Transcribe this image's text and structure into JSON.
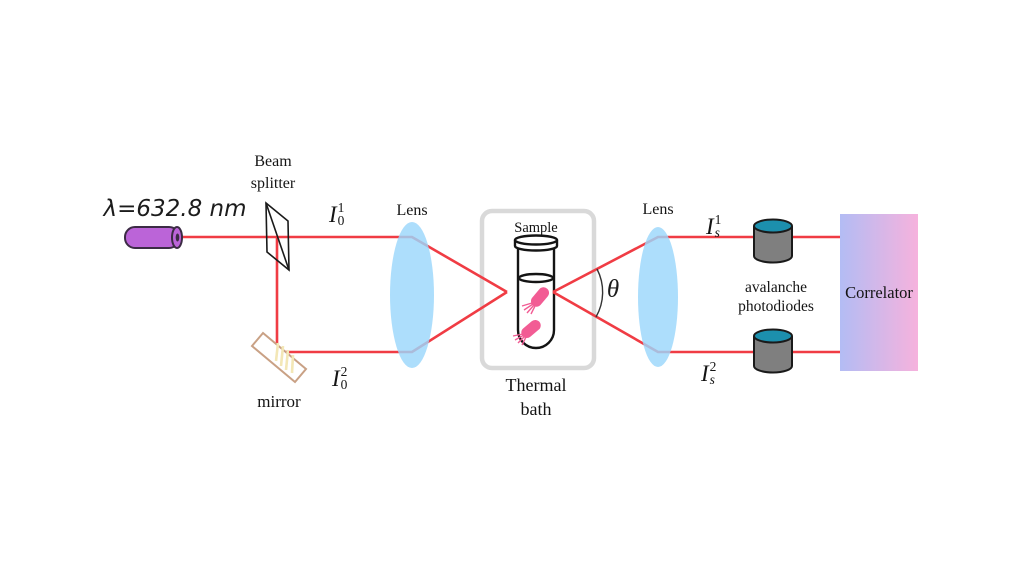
{
  "laser": {
    "wavelength_label": "λ=632.8 nm"
  },
  "beam_splitter": {
    "label_line1": "Beam",
    "label_line2": "splitter"
  },
  "mirror": {
    "label": "mirror"
  },
  "lens_left": {
    "label": "Lens"
  },
  "lens_right": {
    "label": "Lens"
  },
  "sample": {
    "label": "Sample"
  },
  "thermal_bath": {
    "label_line1": "Thermal",
    "label_line2": "bath"
  },
  "angle": {
    "symbol": "θ"
  },
  "beam_labels": {
    "incident_1": {
      "base": "I",
      "sup": "1",
      "sub": "0"
    },
    "incident_2": {
      "base": "I",
      "sup": "2",
      "sub": "0"
    },
    "scattered_1": {
      "base": "I",
      "sup": "1",
      "sub": "s"
    },
    "scattered_2": {
      "base": "I",
      "sup": "2",
      "sub": "s"
    }
  },
  "photodiodes": {
    "label_line1": "avalanche",
    "label_line2": "photodiodes"
  },
  "correlator": {
    "label": "Correlator"
  },
  "colors": {
    "beam": "#f03c44",
    "lens": "#9bd7fb",
    "laser_body": "#bb64d8",
    "laser_outline": "#3c2b45",
    "splitter_stroke": "#1a1a1a",
    "mirror_outline": "#c9a185",
    "mirror_hatch": "#f3e7b6",
    "bath_border": "#d9d9d9",
    "tube_stroke": "#141414",
    "bacteria": "#f25c94",
    "angle_arc": "#333333",
    "photodiode_body": "#7f7f7f",
    "photodiode_top": "#1c8fad",
    "photodiode_outline": "#1a1a1a",
    "correlator_left": "#b3bcf4",
    "correlator_right": "#f6b2dd"
  }
}
